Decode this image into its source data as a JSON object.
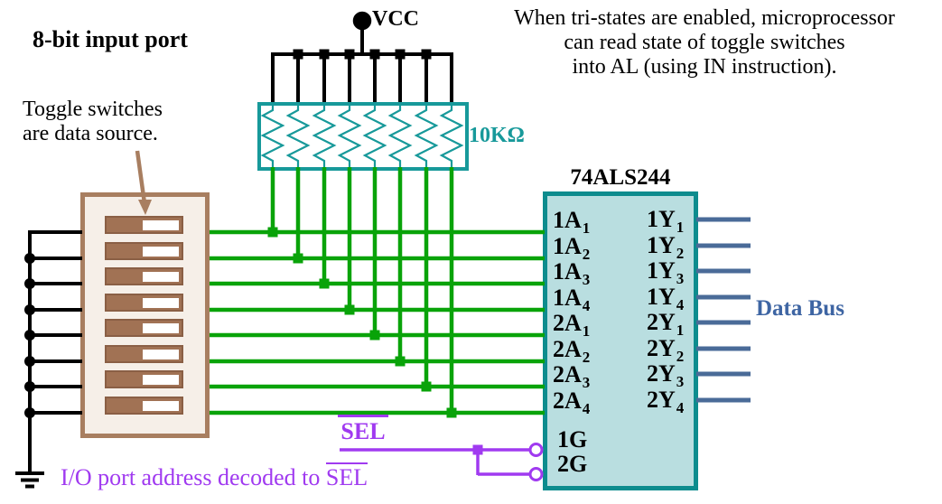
{
  "title": "8-bit input port",
  "switch_note": [
    "Toggle switches",
    "are data source."
  ],
  "vcc": "VCC",
  "resistor_value": "10KΩ",
  "note": [
    "When tri-states are enabled, microprocessor",
    "can read state of toggle switches",
    "into AL (using IN instruction)."
  ],
  "chip": {
    "name": "74ALS244",
    "left_pins": [
      [
        "1A",
        "1"
      ],
      [
        "1A",
        "2"
      ],
      [
        "1A",
        "3"
      ],
      [
        "1A",
        "4"
      ],
      [
        "2A",
        "1"
      ],
      [
        "2A",
        "2"
      ],
      [
        "2A",
        "3"
      ],
      [
        "2A",
        "4"
      ]
    ],
    "right_pins": [
      [
        "1Y",
        "1"
      ],
      [
        "1Y",
        "2"
      ],
      [
        "1Y",
        "3"
      ],
      [
        "1Y",
        "4"
      ],
      [
        "2Y",
        "1"
      ],
      [
        "2Y",
        "2"
      ],
      [
        "2Y",
        "3"
      ],
      [
        "2Y",
        "4"
      ]
    ],
    "enable_pins": [
      "1G",
      "2G"
    ]
  },
  "bus_label": "Data Bus",
  "sel_label": "SEL",
  "caption_prefix": "I/O port address decoded to ",
  "caption_sel": "SEL",
  "switch_count": 8,
  "colors": {
    "wire_green": "#09a309",
    "teal": "#17999a",
    "purple": "#a03af0",
    "brown": "#a87e60",
    "bus_blue": "#4a6b98",
    "bus_text": "#3e65a3"
  }
}
